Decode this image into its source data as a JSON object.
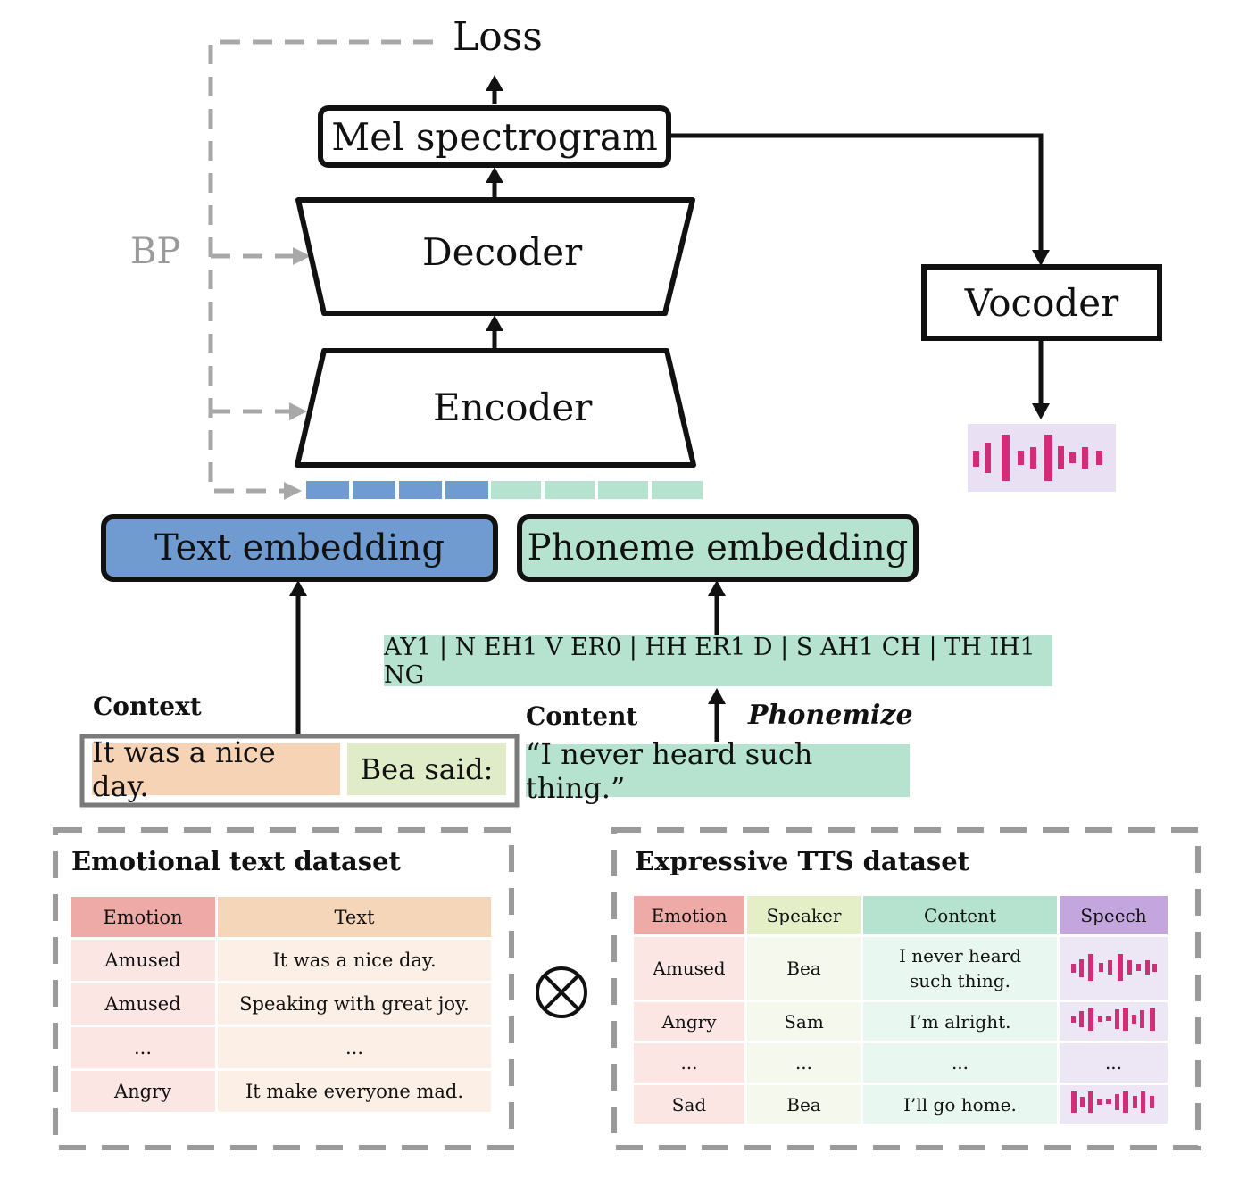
{
  "colors": {
    "text_embedding": "#6f9bd1",
    "phoneme_embedding": "#b5e3d0",
    "context_1": "#f7d3b5",
    "context_2": "#e0ecc7",
    "waveform": "#d22d79",
    "waveform_bg": "#e9e1f3",
    "bp_gray": "#9a9a9a",
    "emotion_header": "#eeaaa6",
    "text_header": "#f6d6b8",
    "speaker_header": "#e4efc8",
    "content_header": "#b5e3d0",
    "speech_header": "#c4a6df"
  },
  "top": {
    "loss": "Loss",
    "mel": "Mel spectrogram",
    "decoder": "Decoder",
    "encoder": "Encoder",
    "vocoder": "Vocoder",
    "bp": "BP",
    "waveform_icon": "waveform-icon"
  },
  "embeddings": {
    "text": "Text embedding",
    "phoneme": "Phoneme embedding"
  },
  "phonemes": "AY1 | N EH1 V ER0 | HH ER1 D | S AH1 CH | TH IH1 NG",
  "context": {
    "label": "Context",
    "sentence": "It was a nice day.",
    "speaker": "Bea said:"
  },
  "content": {
    "label": "Content",
    "phonemize": "Phonemize",
    "text": "“I never heard such thing.”"
  },
  "emotional_dataset": {
    "title": "Emotional text dataset",
    "headers": [
      "Emotion",
      "Text"
    ],
    "rows": [
      [
        "Amused",
        "It was a nice day."
      ],
      [
        "Amused",
        "Speaking with great joy."
      ],
      [
        "...",
        "..."
      ],
      [
        "Angry",
        "It make everyone mad."
      ]
    ]
  },
  "combine_symbol": "⊗",
  "tts_dataset": {
    "title": "Expressive TTS dataset",
    "headers": [
      "Emotion",
      "Speaker",
      "Content",
      "Speech"
    ],
    "rows": [
      [
        "Amused",
        "Bea",
        "I never heard such thing.",
        "waveform-icon"
      ],
      [
        "Angry",
        "Sam",
        "I’m alright.",
        "waveform-icon"
      ],
      [
        "...",
        "...",
        "...",
        "..."
      ],
      [
        "Sad",
        "Bea",
        "I’ll go home.",
        "waveform-icon"
      ]
    ]
  }
}
